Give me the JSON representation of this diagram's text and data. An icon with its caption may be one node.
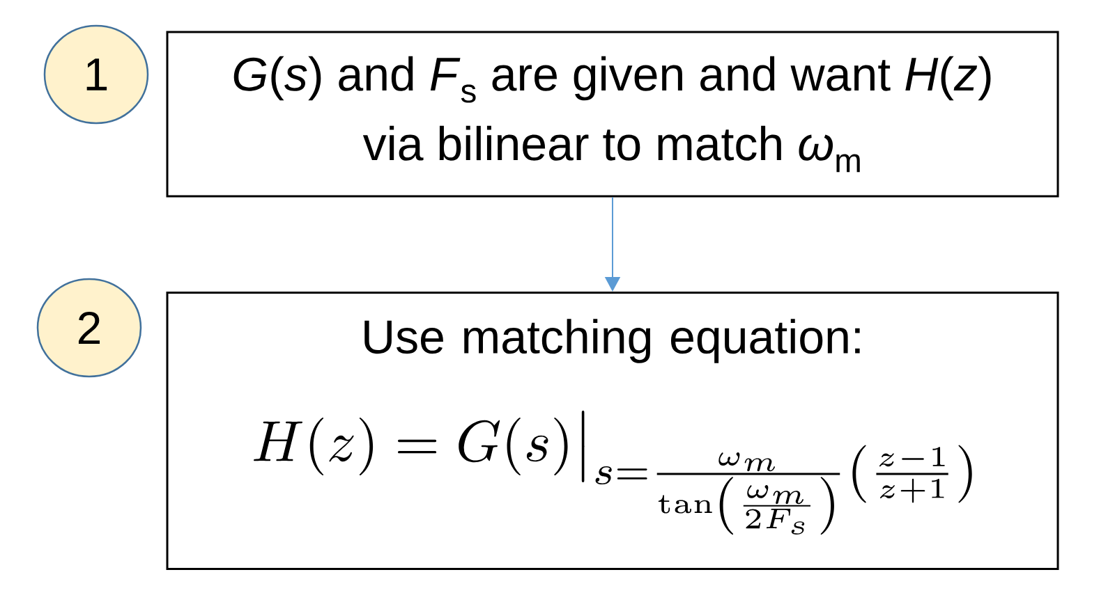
{
  "diagram": {
    "nodes": [
      {
        "text": [
          "1"
        ]
      },
      {
        "text": [
          "*G*(*s*) and *F*$_{s}$ are given and want *H*(*z*) via bilinear to match *ω*$_{m}$"
        ]
      },
      {
        "text": [
          "2"
        ]
      },
      {
        "text": [
          "Use matching equation:",
          "H(z) = G(s)\\big|_{s=\\frac{\\omega_m}{\\tan\\left(\\frac{\\omega_m}{2F_s}\\right)}\\left(\\frac{z-1}{z+1}\\right)}"
        ]
      }
    ],
    "edges": [
      {
        "from": 1,
        "to": 3,
        "arrow": "to"
      }
    ]
  }
}
